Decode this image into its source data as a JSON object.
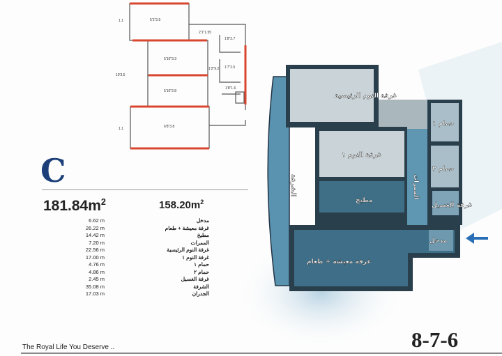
{
  "colors": {
    "accent": "#1c3f7a",
    "wall_red": "#d9462f",
    "plan_blue": "#4f8fb0"
  },
  "floor_plan_2d": {
    "dimensions": [
      "5'1\"3.5",
      "5'10\"3.3",
      "5'10\"2.8",
      "6'8\"3.8",
      "2'1\"1.55",
      "1'8\"2.7",
      "1'7\"2.5",
      "1'2\"9.2",
      "1'8\"1.6",
      "10'3.5",
      "1.1",
      "1.1"
    ]
  },
  "unit": {
    "type_letter": "C",
    "gross_area": "181.84m",
    "net_area": "158.20m",
    "area_sup": "2"
  },
  "areas": [
    {
      "label": "مدخل",
      "value": "6.62 m"
    },
    {
      "label": "غرفة معيشة + طعام",
      "value": "26.22 m"
    },
    {
      "label": "مطبخ",
      "value": "14.42 m"
    },
    {
      "label": "الممرات",
      "value": "7.20 m"
    },
    {
      "label": "غرفة النوم الرئيسية",
      "value": "22.56 m"
    },
    {
      "label": "غرفة النوم ١",
      "value": "17.00 m"
    },
    {
      "label": "حمام ١",
      "value": "4.76 m"
    },
    {
      "label": "حمام ٢",
      "value": "4.86 m"
    },
    {
      "label": "غرفة الغسيل",
      "value": "2.45 m"
    },
    {
      "label": "الشرفة",
      "value": "35.08 m"
    },
    {
      "label": "الجدران",
      "value": "17.03 m"
    }
  ],
  "plan_3d_labels": {
    "master_bedroom": "غرفة النوم الرئيسية",
    "bedroom1": "غرفة النوم ١",
    "kitchen": "مطبخ",
    "balcony": "الشرفة",
    "corridors": "الممرات",
    "bath1": "حمام ١",
    "bath2": "حمام ٢",
    "laundry": "غرفة الغسيل",
    "entrance": "مدخل",
    "living": "غرفة معيشة + طعام"
  },
  "footer": {
    "tagline": "The Royal Life You Deserve ..",
    "floors": "8-7-6"
  }
}
